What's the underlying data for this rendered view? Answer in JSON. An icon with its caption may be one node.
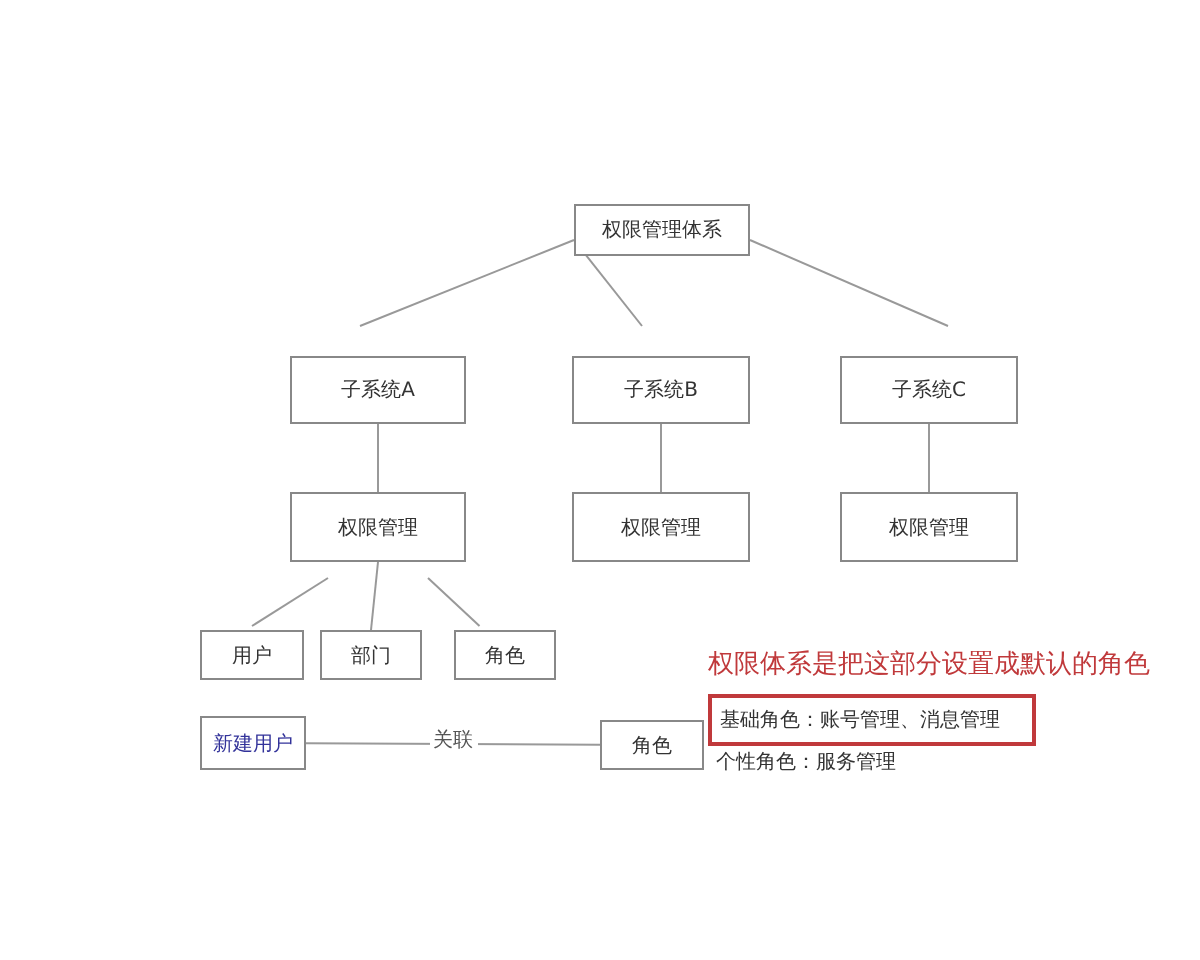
{
  "diagram": {
    "nodes": [
      {
        "text": [
          "权限管理体系"
        ]
      },
      {
        "text": [
          "子系统A"
        ]
      },
      {
        "text": [
          "子系统B"
        ]
      },
      {
        "text": [
          "子系统C"
        ]
      },
      {
        "text": [
          "权限管理"
        ]
      },
      {
        "text": [
          "权限管理"
        ]
      },
      {
        "text": [
          "权限管理"
        ]
      },
      {
        "text": [
          "用户"
        ]
      },
      {
        "text": [
          "部门"
        ]
      },
      {
        "text": [
          "角色"
        ]
      },
      {
        "text": [
          "新建用户"
        ]
      },
      {
        "text": [
          "角色"
        ]
      },
      {
        "text": [
          "基础角色：账号管理、消息管理"
        ]
      }
    ],
    "edges": [
      {
        "from": 0,
        "to": 1,
        "arrow": "none"
      },
      {
        "from": 0,
        "to": 2,
        "arrow": "none"
      },
      {
        "from": 0,
        "to": 3,
        "arrow": "none"
      },
      {
        "from": 1,
        "to": 4,
        "arrow": "none"
      },
      {
        "from": 2,
        "to": 5,
        "arrow": "none"
      },
      {
        "from": 3,
        "to": 6,
        "arrow": "none"
      },
      {
        "from": 4,
        "to": 7,
        "arrow": "none"
      },
      {
        "from": 4,
        "to": 8,
        "arrow": "none"
      },
      {
        "from": 4,
        "to": 9,
        "arrow": "none"
      },
      {
        "from": 10,
        "to": 11,
        "arrow": "none",
        "label": "关联"
      }
    ],
    "labels": [
      "权限体系是把这部分设置成默认的角色",
      "个性角色：服务管理"
    ]
  }
}
